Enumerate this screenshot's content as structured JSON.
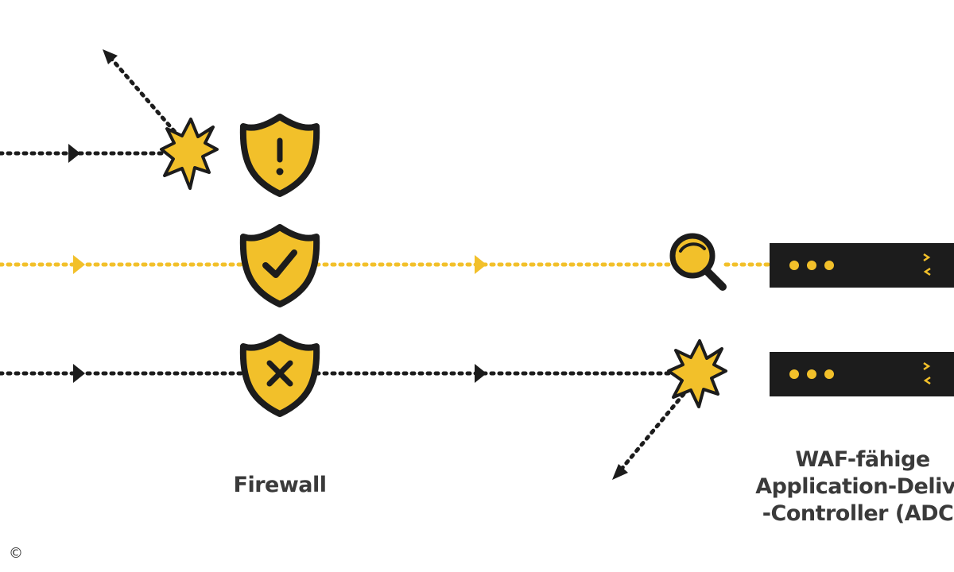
{
  "labels": {
    "firewall": "Firewall",
    "adc_line1": "WAF-fähige",
    "adc_line2": "Application-Delive",
    "adc_line3": "-Controller (ADC)"
  },
  "copyright_symbol": "©",
  "colors": {
    "accent_yellow": "#f2c02a",
    "dark": "#1c1c1c",
    "background": "#ffffff"
  },
  "icons": [
    "explosion-icon",
    "shield-warning-icon",
    "shield-check-icon",
    "shield-cross-icon",
    "magnifier-icon",
    "server-icon"
  ]
}
